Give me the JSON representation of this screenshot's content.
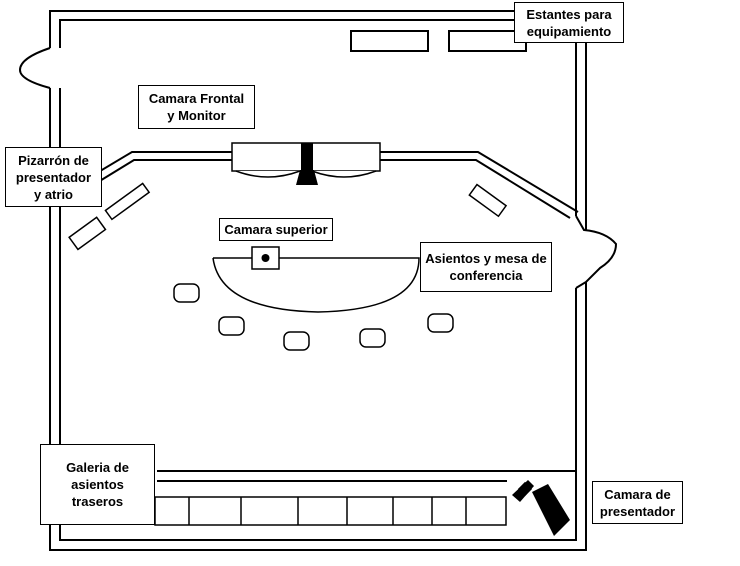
{
  "labels": {
    "equipment_shelves": "Estantes para\nequipamiento",
    "front_camera_monitor": "Camara Frontal\ny Monitor",
    "presenter_board": "Pizarrón de\npresentador\ny atrio",
    "top_camera": "Camara superior",
    "seats_conference_table": "Asientos y mesa de\nconferencia",
    "rear_seating_gallery": "Galeria de\nasientos\ntraseros",
    "presenter_camera": "Camara de\npresentador"
  },
  "colors": {
    "line": "#000000",
    "background": "#ffffff"
  },
  "icons": {
    "front_camera": "camera-tripod-icon",
    "top_camera": "camera-lens-icon",
    "presenter_camera": "video-camera-icon"
  }
}
